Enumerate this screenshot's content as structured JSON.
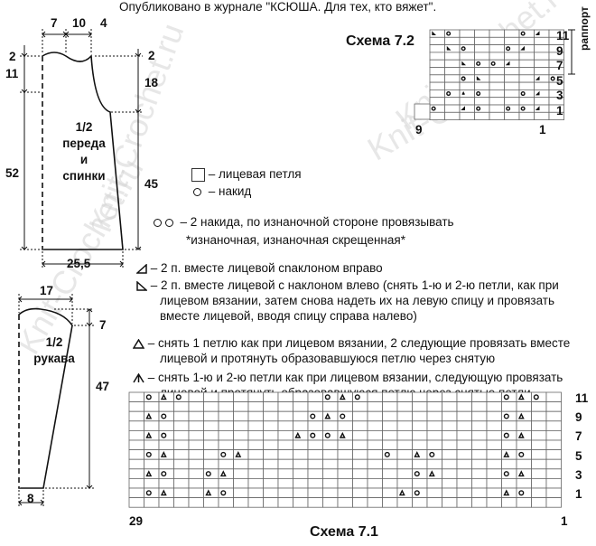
{
  "header": {
    "text": "Опубликовано в журнале \"КСЮША. Для тех, кто вяжет\"."
  },
  "watermark": "Knit-Crochet.ru",
  "body_panel": {
    "label_lines": [
      "1/2",
      "переда",
      "и",
      "спинки"
    ],
    "dims": {
      "top_left": "7",
      "top_mid": "10",
      "top_right": "4",
      "left_top": "2",
      "left_armhole": "11",
      "left_total": "52",
      "right_top": "2",
      "right_upper": "18",
      "right_lower": "45",
      "bottom": "25,5"
    }
  },
  "sleeve_panel": {
    "label_lines": [
      "1/2",
      "рукава"
    ],
    "dims": {
      "top": "17",
      "right_top": "7",
      "right_total": "47",
      "bottom": "8"
    }
  },
  "legend": {
    "knit": "– лицевая петля",
    "yo": "– накид",
    "double_yo": "– 2 накида, по изнаночной стороне провязывать",
    "double_yo_note": "*изнаночная, изнаночная скрещенная*",
    "k2tog_right": "– 2 п. вместе лицевой сnаклоном вправо",
    "k2tog_left_lines": [
      "– 2 п. вместе лицевой с наклоном влево (снять 1-ю и 2-ю петли, как при",
      "лицевом вязании, затем снова надеть их на левую спицу и провязать",
      "вместе лицевой, вводя спицу справа налево)"
    ],
    "sk2p_lines": [
      "– снять 1 петлю как при лицевом вязании, 2 следующие провязать вместе",
      "лицевой и протянуть образовавшуюся петлю через снятую"
    ],
    "s2kp_lines": [
      "– снять 1-ю и 2-ю петли как при лицевом вязании, следующую провязать",
      "лицевой и протянуть образовавшуюся петлю через снятые петли"
    ]
  },
  "chart_7_2": {
    "title": "Схема 7.2",
    "repeat_label": "раппорт",
    "row_numbers": [
      "11",
      "9",
      "7",
      "5",
      "3",
      "1"
    ],
    "col_left": "9",
    "col_right": "1",
    "rows": [
      [
        "kl",
        "o",
        "",
        "",
        "",
        "",
        "o",
        "kr",
        "k"
      ],
      [
        "",
        "kl",
        "o",
        "",
        "",
        "o",
        "kr",
        "",
        ""
      ],
      [
        "",
        "",
        "kl",
        "o",
        "o",
        "kr",
        "",
        "",
        ""
      ],
      [
        "",
        "",
        "o",
        "kl",
        "",
        "",
        "",
        "kr",
        "o"
      ],
      [
        "",
        "o",
        "s2",
        "o",
        "",
        "",
        "o",
        "kr",
        ""
      ],
      [
        "o",
        "",
        "kr",
        "o",
        "",
        "o",
        "o",
        "kr",
        ""
      ]
    ]
  },
  "chart_7_1": {
    "title": "Схема 7.1",
    "row_numbers": [
      "11",
      "9",
      "7",
      "5",
      "3",
      "1"
    ],
    "col_left": "29",
    "col_right": "1",
    "rows": [
      [
        "",
        "o",
        "t",
        "o",
        "",
        "",
        "",
        "",
        "",
        "",
        "",
        "",
        "",
        "o",
        "t",
        "o",
        "",
        "",
        "",
        "",
        "",
        "",
        "",
        "",
        "",
        "o",
        "t",
        "o",
        ""
      ],
      [
        "",
        "t",
        "o",
        "",
        "",
        "",
        "",
        "",
        "",
        "",
        "",
        "",
        "o",
        "t",
        "o",
        "",
        "",
        "",
        "",
        "",
        "",
        "",
        "",
        "",
        "",
        "o",
        "t",
        ""
      ],
      [
        "",
        "t",
        "o",
        "",
        "",
        "",
        "",
        "",
        "",
        "",
        "",
        "t",
        "o",
        "o",
        "t",
        "",
        "",
        "",
        "",
        "",
        "",
        "",
        "",
        "",
        "",
        "o",
        "t",
        ""
      ],
      [
        "",
        "o",
        "t",
        "",
        "",
        "",
        "o",
        "t",
        "",
        "",
        "",
        "",
        "",
        "",
        "",
        "",
        "",
        "o",
        "",
        "t",
        "o",
        "",
        "",
        "",
        "",
        "t",
        "o",
        ""
      ],
      [
        "",
        "t",
        "o",
        "",
        "",
        "o",
        "t",
        "",
        "",
        "",
        "",
        "",
        "",
        "",
        "",
        "",
        "",
        "",
        "",
        "o",
        "t",
        "",
        "",
        "",
        "",
        "o",
        "t",
        ""
      ],
      [
        "",
        "o",
        "t",
        "",
        "",
        "t",
        "o",
        "",
        "",
        "",
        "",
        "",
        "",
        "",
        "",
        "",
        "",
        "",
        "t",
        "o",
        "",
        "",
        "",
        "",
        "",
        "t",
        "o",
        ""
      ]
    ]
  }
}
